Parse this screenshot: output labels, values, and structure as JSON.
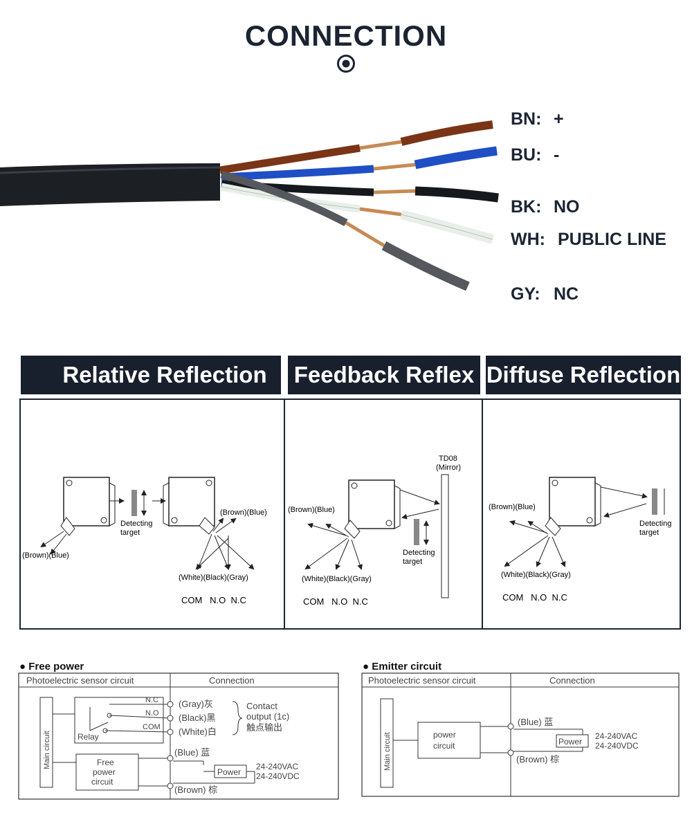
{
  "header": {
    "title": "CONNECTION",
    "symbol": "◎"
  },
  "wires": [
    {
      "code": "BN:",
      "meaning": "+",
      "color": "#7a3416"
    },
    {
      "code": "BU:",
      "meaning": "-",
      "color": "#1f4fc4"
    },
    {
      "code": "BK:",
      "meaning": "NO",
      "color": "#15181c"
    },
    {
      "code": "WH:",
      "meaning": "PUBLIC LINE",
      "color": "#e8efe9"
    },
    {
      "code": "GY:",
      "meaning": "NC",
      "color": "#55585c"
    }
  ],
  "modes": [
    {
      "label": "Relative Reflection"
    },
    {
      "label": "Feedback Reflex"
    },
    {
      "label": "Diffuse Reflection"
    }
  ],
  "relative": {
    "left_wires": "(Brown)(Blue)",
    "target": [
      "Detecting",
      "target"
    ],
    "right_wires": "(Brown)(Blue)",
    "outputs": "(White)(Black)(Gray)",
    "terminals": "COM   N.O  N.C"
  },
  "feedback": {
    "mirror": [
      "TD08",
      "(Mirror)"
    ],
    "wires": "(Brown)(Blue)",
    "target": [
      "Detecting",
      "target"
    ],
    "outputs": "(White)(Black)(Gray)",
    "terminals": "COM   N.O  N.C"
  },
  "diffuse": {
    "wires": "(Brown)(Blue)",
    "target": [
      "Detecting",
      "target"
    ],
    "outputs": "(White)(Black)(Gray)",
    "terminals": "COM   N.O  N.C"
  },
  "free_power": {
    "title": "● Free power",
    "col_sensor": "Photoelectric sensor circuit",
    "col_connection": "Connection",
    "main_circuit": "Main circuit",
    "relay": "Relay",
    "nc": "N.C",
    "no": "N.O",
    "com": "COM",
    "gray": "(Gray)灰",
    "black": "(Black)黑",
    "white": "(White)白",
    "contact_output": [
      "Contact",
      "output (1c)",
      "触点输出"
    ],
    "power_circuit": [
      "Free",
      "power",
      "circuit"
    ],
    "blue": "(Blue) 蓝",
    "brown": "(Brown) 棕",
    "power": "Power",
    "voltage": [
      "24-240VAC",
      "24-240VDC"
    ]
  },
  "emitter": {
    "title": "● Emitter circuit",
    "col_sensor": "Photoelectric sensor circuit",
    "col_connection": "Connection",
    "main_circuit": "Main circuit",
    "power_circuit": [
      "power",
      "circuit"
    ],
    "blue": "(Blue) 蓝",
    "brown": "(Brown) 棕",
    "power": "Power",
    "voltage": [
      "24-240VAC",
      "24-240VDC"
    ]
  }
}
